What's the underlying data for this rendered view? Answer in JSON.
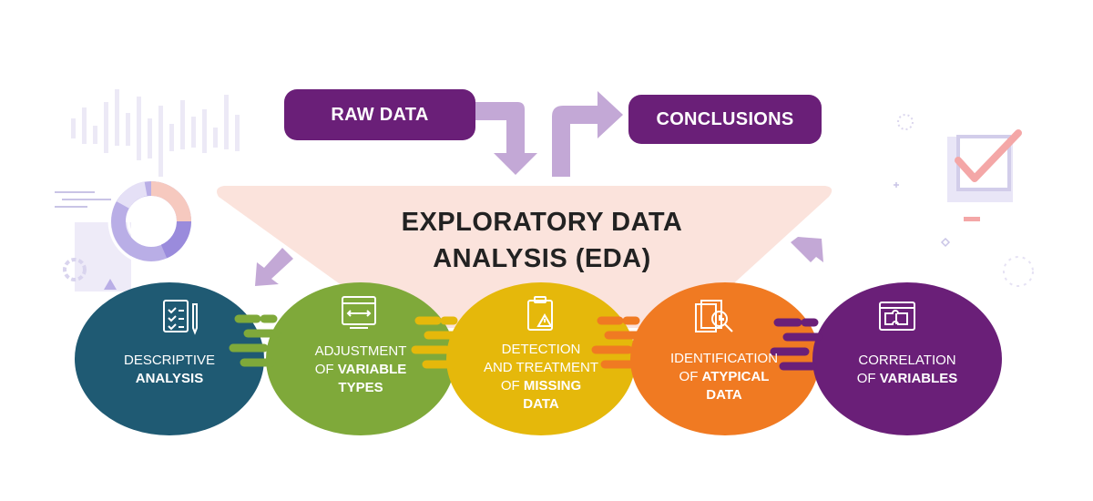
{
  "flow": {
    "input_label": "RAW DATA",
    "output_label": "CONCLUSIONS",
    "center_title_line1": "EXPLORATORY DATA",
    "center_title_line2": "ANALYSIS (EDA)"
  },
  "steps": [
    {
      "lines": [
        {
          "normal": "DESCRIPTIVE",
          "bold": ""
        },
        {
          "normal": "",
          "bold": "ANALYSIS"
        }
      ],
      "color": "#1f5a73",
      "icon": "checklist-document-icon"
    },
    {
      "lines": [
        {
          "normal": "ADJUSTMENT",
          "bold": ""
        },
        {
          "normal": "OF ",
          "bold": "VARIABLE"
        },
        {
          "normal": "",
          "bold": "TYPES"
        }
      ],
      "color": "#7fa93a",
      "icon": "browser-window-icon"
    },
    {
      "lines": [
        {
          "normal": "DETECTION",
          "bold": ""
        },
        {
          "normal": "AND TREATMENT",
          "bold": ""
        },
        {
          "normal": "OF ",
          "bold": "MISSING"
        },
        {
          "normal": "",
          "bold": "DATA"
        }
      ],
      "color": "#e5b80b",
      "icon": "clipboard-warning-icon"
    },
    {
      "lines": [
        {
          "normal": "IDENTIFICATION",
          "bold": ""
        },
        {
          "normal": "OF ",
          "bold": "ATYPICAL"
        },
        {
          "normal": "",
          "bold": "DATA"
        }
      ],
      "color": "#f07a22",
      "icon": "magnifier-report-icon"
    },
    {
      "lines": [
        {
          "normal": "CORRELATION",
          "bold": ""
        },
        {
          "normal": "OF ",
          "bold": "VARIABLES"
        }
      ],
      "color": "#6a1f78",
      "icon": "puzzle-window-icon"
    }
  ],
  "colors": {
    "accent_purple": "#6a1f78",
    "arrow_lilac": "#c3a8d6",
    "funnel_peach": "#fbe3dc"
  }
}
